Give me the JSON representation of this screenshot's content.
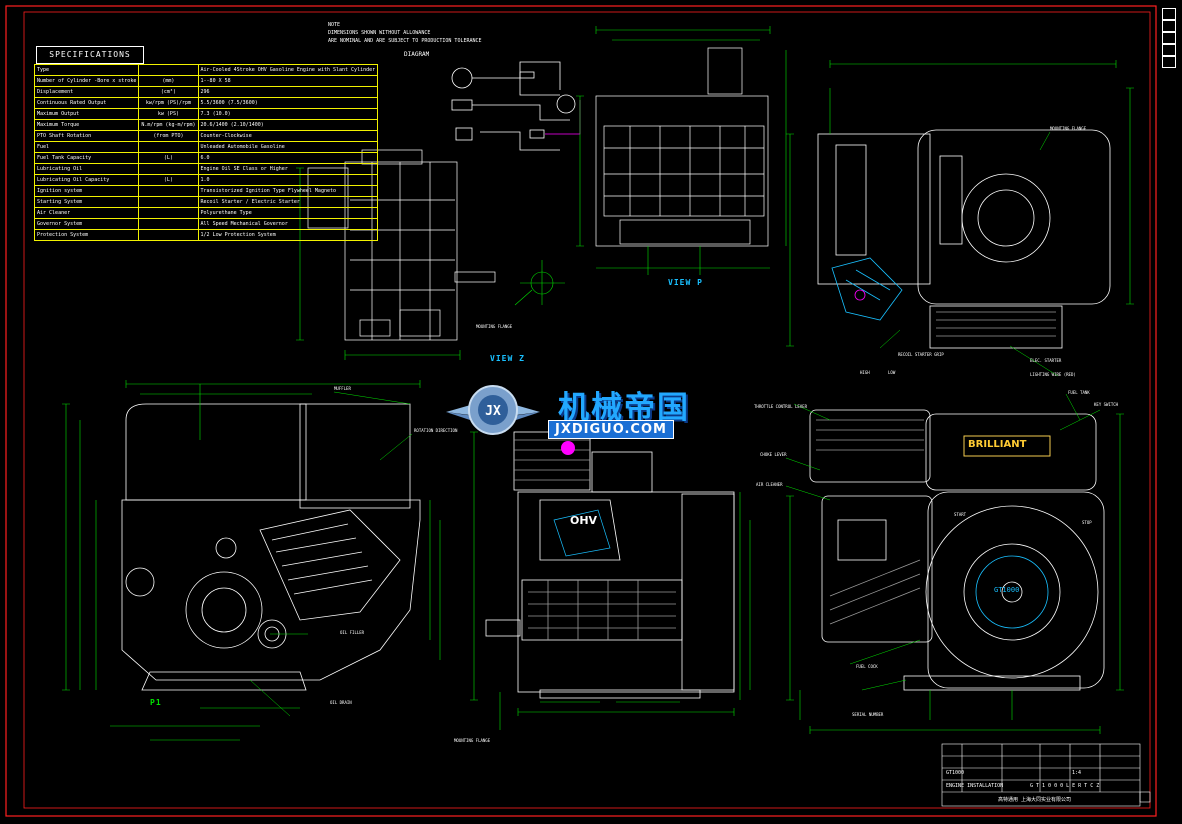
{
  "specifications": {
    "title": "SPECIFICATIONS",
    "rows": [
      {
        "label": "Type",
        "unit": "",
        "value": "Air-Cooled 4Stroke OHV Gasoline Engine with Slant Cylinder"
      },
      {
        "label": "Number of Cylinder -Bore x stroke",
        "unit": "(mm)",
        "value": "1--80 X 58"
      },
      {
        "label": "Displacement",
        "unit": "(cm³)",
        "value": "296"
      },
      {
        "label": "Continuous Rated Output",
        "unit": "kw/rpm (PS)/rpm",
        "value": "5.5/3600 (7.5/3600)"
      },
      {
        "label": "Maximum Output",
        "unit": "kw (PS)",
        "value": "7.3 (10.0)"
      },
      {
        "label": "Maximum Torque",
        "unit": "N.m/rpm (kg-m/rpm)",
        "value": "20.6/1400 (2.10/1400)"
      },
      {
        "label": "PTO Shaft Rotation",
        "unit": "(from PTO)",
        "value": "Counter-Clockwise"
      },
      {
        "label": "Fuel",
        "unit": "",
        "value": "Unleaded Automobile Gasoline"
      },
      {
        "label": "Fuel Tank Capacity",
        "unit": "(L)",
        "value": "6.0"
      },
      {
        "label": "Lubricating Oil",
        "unit": "",
        "value": "Engine Oil SE Class or Higher"
      },
      {
        "label": "Lubricating Oil Capacity",
        "unit": "(L)",
        "value": "1.0"
      },
      {
        "label": "Ignition system",
        "unit": "",
        "value": "Transistorized Ignition Type Flywheel Magneto"
      },
      {
        "label": "Starting System",
        "unit": "",
        "value": "Recoil Starter / Electric Starter"
      },
      {
        "label": "Air Cleaner",
        "unit": "",
        "value": "Polyurethane Type"
      },
      {
        "label": "Governor System",
        "unit": "",
        "value": "All Speed Mechanical Governor"
      },
      {
        "label": "Protection System",
        "unit": "",
        "value": "1/2 Low Protection System"
      }
    ]
  },
  "notes": {
    "line1": "NOTE",
    "line2": "DIMENSIONS SHOWN WITHOUT ALLOWANCE",
    "line3": "ARE NOMINAL AND ARE SUBJECT TO PRODUCTION TOLERANCE",
    "diagram": "DIAGRAM"
  },
  "views": {
    "view_z": "VIEW Z",
    "view_p": "VIEW P",
    "p1": "P1"
  },
  "callouts": {
    "mounting_flange": "MOUNTING FLANGE",
    "muffler": "MUFFLER",
    "rotation": "ROTATION DIRECTION",
    "oil_filler": "OIL FILLER",
    "oil_drain": "OIL DRAIN",
    "choke_lever": "CHOKE LEVER",
    "air_cleaner": "AIR CLEANER",
    "throttle_lever": "THROTTLE CONTROL LEVER",
    "fuel_tank": "FUEL TANK",
    "key_switch": "KEY SWITCH",
    "stop": "STOP",
    "start": "START",
    "serial_number": "SERIAL NUMBER",
    "fuel_cock": "FUEL COCK",
    "recoil_starter": "RECOIL STARTER GRIP",
    "electric_starter": "ELEC. STARTER",
    "low": "LOW",
    "high": "HIGH",
    "lighting": "LIGHTING WIRE (RED)",
    "ohv": "OHV",
    "brand": "BRILLIANT",
    "model": "GT1000"
  },
  "logo": {
    "cn": "机械帝国",
    "url": "JXDIGUO.COM",
    "badge": "JX"
  },
  "title_block": {
    "model": "GT1000",
    "drawing_no": "G T 1 0 0 0 L E R T C Z",
    "title": "ENGINE INSTALLATION",
    "company": "高特通用 上海大同实业有限公司",
    "sheet": "1:4"
  },
  "colors": {
    "line": "#00e000",
    "frame": "#ff2020",
    "text": "#ffffff",
    "dim": "#00ff66",
    "accent": "#19c0ff",
    "magenta": "#ff00ff",
    "yellow": "#f2f200"
  }
}
